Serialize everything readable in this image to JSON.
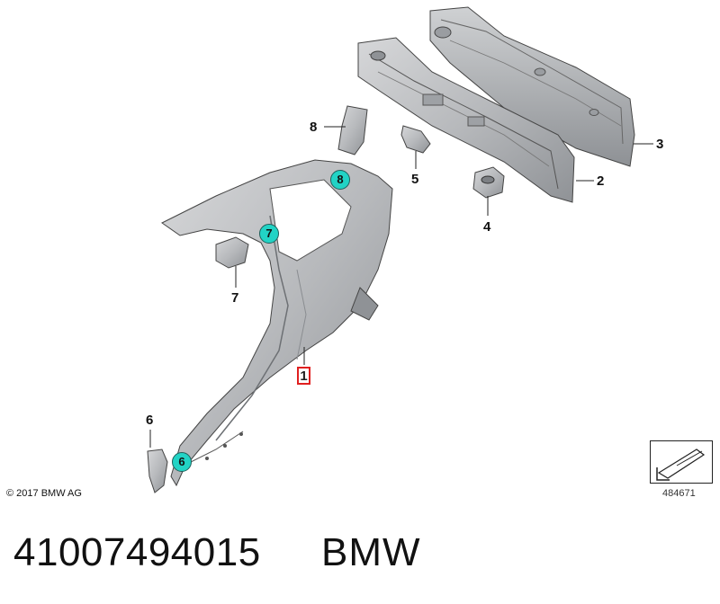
{
  "callouts": {
    "c1": "1",
    "c2": "2",
    "c3": "3",
    "c4": "4",
    "c5": "5",
    "c6": "6",
    "c7": "7",
    "c8": "8"
  },
  "badges": {
    "b6": "6",
    "b7": "7",
    "b8": "8"
  },
  "copyright": "© 2017 BMW AG",
  "reference_number": "484671",
  "part_number": "41007494015",
  "brand": "BMW",
  "colors": {
    "panel_fill": "#b3b5b8",
    "panel_stroke": "#4a4a4a",
    "badge": "#22d3c5",
    "highlight": "#e02020"
  }
}
